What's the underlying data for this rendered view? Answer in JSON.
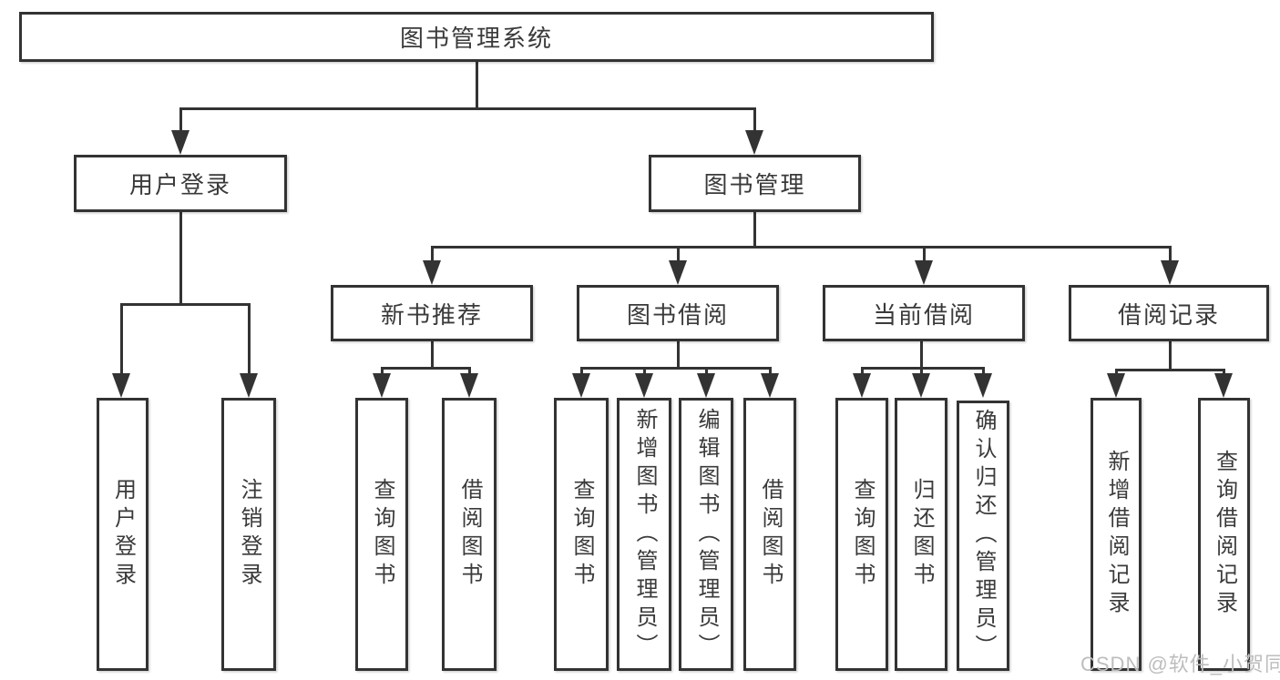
{
  "tree": {
    "label": "图书管理系统",
    "children": [
      {
        "label": "用户登录",
        "children": [
          {
            "label": "用户登录"
          },
          {
            "label": "注销登录"
          }
        ]
      },
      {
        "label": "图书管理",
        "children": [
          {
            "label": "新书推荐",
            "children": [
              {
                "label": "查询图书"
              },
              {
                "label": "借阅图书"
              }
            ]
          },
          {
            "label": "图书借阅",
            "children": [
              {
                "label": "查询图书"
              },
              {
                "label": "新增图书（管理员）"
              },
              {
                "label": "编辑图书（管理员）"
              },
              {
                "label": "借阅图书"
              }
            ]
          },
          {
            "label": "当前借阅",
            "children": [
              {
                "label": "查询图书"
              },
              {
                "label": "归还图书"
              },
              {
                "label": "确认归还（管理员）"
              }
            ]
          },
          {
            "label": "借阅记录",
            "children": [
              {
                "label": "新增借阅记录"
              },
              {
                "label": "查询借阅记录"
              }
            ]
          }
        ]
      }
    ]
  },
  "watermark": {
    "text": "CSDN @软件_小贺同学"
  },
  "colors": {
    "line": "#333333",
    "text": "#3a3a3a",
    "box_background": "#ffffff",
    "page_background": "#ffffff",
    "watermark": "#bdbdbd"
  }
}
